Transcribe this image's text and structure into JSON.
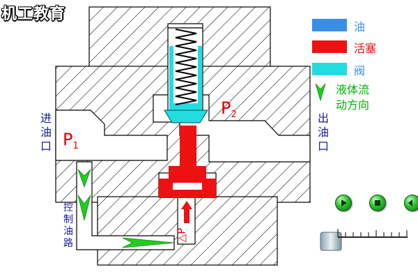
{
  "brand": {
    "text": "机工教育"
  },
  "legend": {
    "oil": {
      "label": "油",
      "color": "#3a8ee8"
    },
    "piston": {
      "label": "活塞",
      "color": "#ee1111"
    },
    "valve": {
      "label": "阀",
      "color": "#22dde0"
    },
    "flow": {
      "label_line1": "液体流",
      "label_line2": "动方向",
      "color": "#22cc22"
    }
  },
  "labels": {
    "inlet": "进油口",
    "outlet": "出油口",
    "control_path": "控制油路",
    "p1": "P",
    "p1_sub": "1",
    "p2": "P",
    "p2_sub": "2",
    "delta_p": "△P"
  },
  "controls": {
    "play_icon": "play-icon",
    "stop_icon": "stop-icon",
    "rewind_icon": "rewind-icon",
    "button_color": "#2fbf2f"
  },
  "colors": {
    "hatch": "#000000",
    "text_blue": "#1a1aa0",
    "pressure_red": "#e00000"
  }
}
